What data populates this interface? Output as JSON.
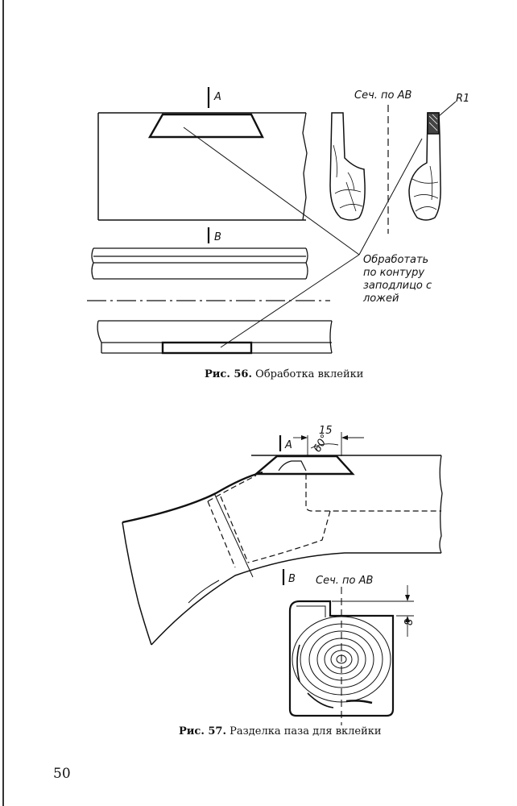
{
  "fig56": {
    "label_a": "А",
    "label_b": "В",
    "section_label": "Сеч. по АВ",
    "radius_label": "R1",
    "note_lines": [
      "Обработать",
      "по контуру",
      "заподлицо с",
      "ложей"
    ],
    "caption_prefix": "Рис. 56.",
    "caption_text": "Обработка вклейки"
  },
  "fig57": {
    "label_a": "А",
    "label_b": "В",
    "dim_15": "15",
    "dim_60": "60°",
    "section_label": "Сеч. по АВ",
    "dim_8": "8",
    "caption_prefix": "Рис. 57.",
    "caption_text": "Разделка паза для вклейки"
  },
  "page_number": "50"
}
